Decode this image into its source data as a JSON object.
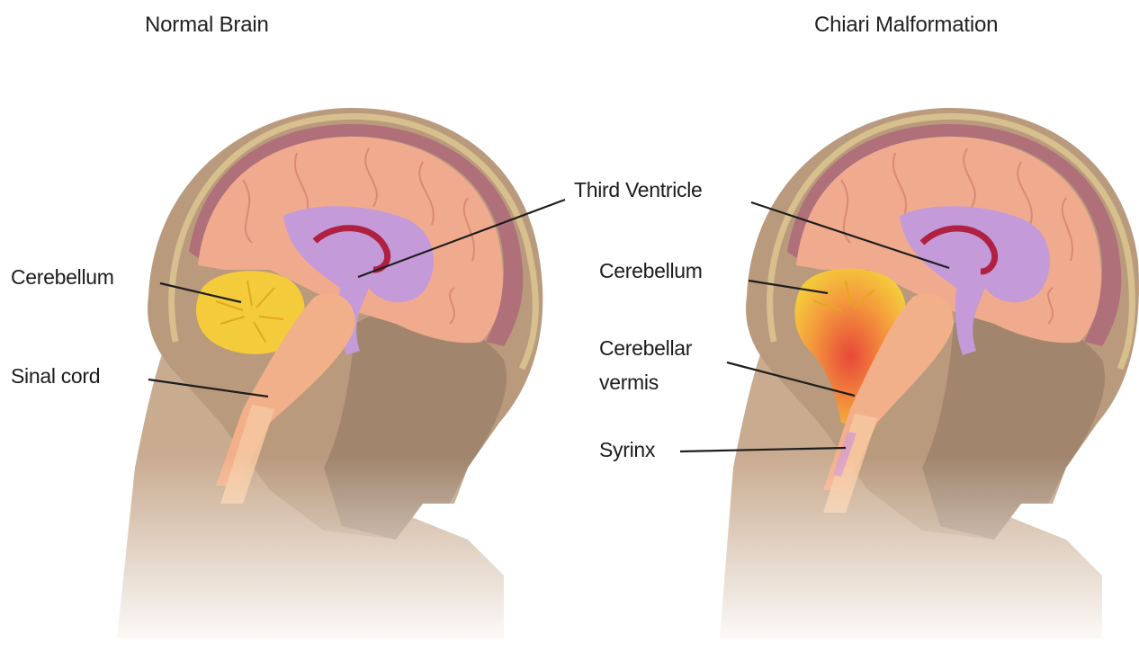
{
  "panels": {
    "left": {
      "title": "Normal Brain"
    },
    "right": {
      "title": "Chiari Malformation"
    }
  },
  "labels": {
    "third_ventricle": "Third Ventricle",
    "left_cerebellum": "Cerebellum",
    "left_spinal_cord": "Sinal cord",
    "right_cerebellum": "Cerebellum",
    "cerebellar_vermis_line1": "Cerebellar",
    "cerebellar_vermis_line2": "vermis",
    "syrinx": "Syrinx"
  },
  "colors": {
    "skin": "#b99a7d",
    "skin_shadow": "#8e7460",
    "skull": "#d8c08e",
    "meninges": "#b0707a",
    "cerebrum": "#f0ab8f",
    "cerebellum": "#f4cc3b",
    "ventricle": "#c49ad8",
    "corpus_callosum": "#b02040",
    "brainstem": "#f2b08a",
    "herniation": "#e85a3a"
  }
}
